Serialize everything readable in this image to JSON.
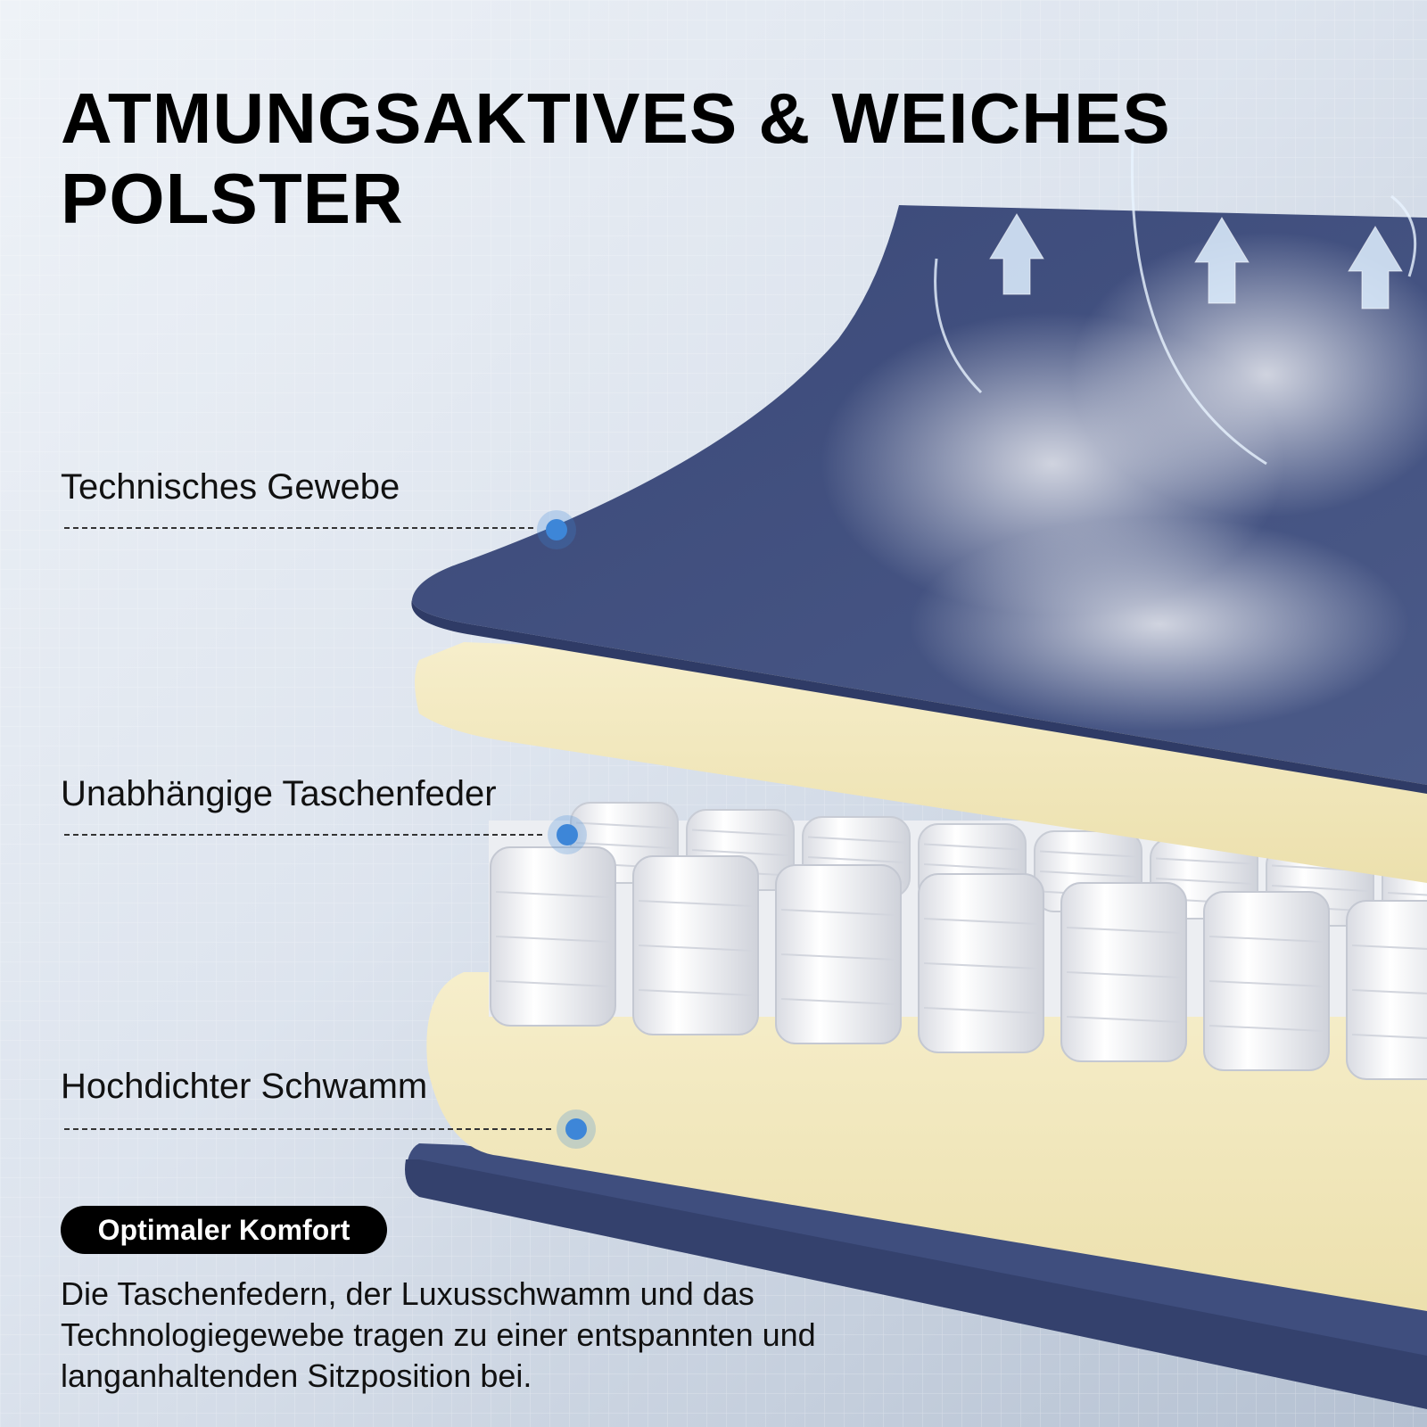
{
  "title": "ATMUNGSAKTIVES & WEICHES POLSTER",
  "layers": [
    {
      "label": "Technisches Gewebe"
    },
    {
      "label": "Unabhängige Taschenfeder"
    },
    {
      "label": "Hochdichter Schwamm"
    }
  ],
  "badge": "Optimaler Komfort",
  "description": "Die Taschenfedern, der Luxusschwamm und das Technologiegewebe tragen zu einer entspannten und langanhaltenden Sitzposition bei.",
  "colors": {
    "fabric": "#3f4e7e",
    "foam": "#f3e9bf",
    "springs": "#f4f4f6",
    "marker": "#3d86d8",
    "badge": "#000000"
  }
}
